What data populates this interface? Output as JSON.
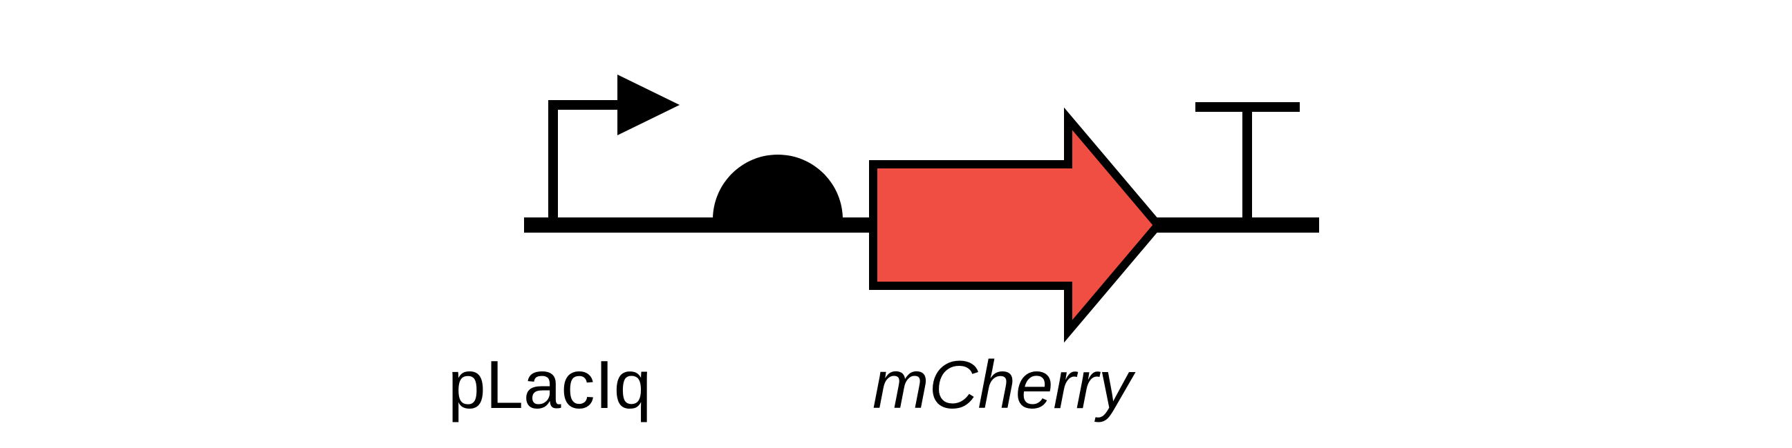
{
  "parts": [
    {
      "type": "promoter",
      "label": "pLacIq"
    },
    {
      "type": "ribosome-binding-site",
      "label": ""
    },
    {
      "type": "cds",
      "label": "mCherry",
      "label_style": "italic",
      "fill_color": "#f04e42"
    },
    {
      "type": "terminator",
      "label": ""
    }
  ],
  "colors": {
    "backbone": "#000000",
    "glyph_stroke": "#000000",
    "cds_fill": "#f04e42",
    "background": "#ffffff"
  }
}
